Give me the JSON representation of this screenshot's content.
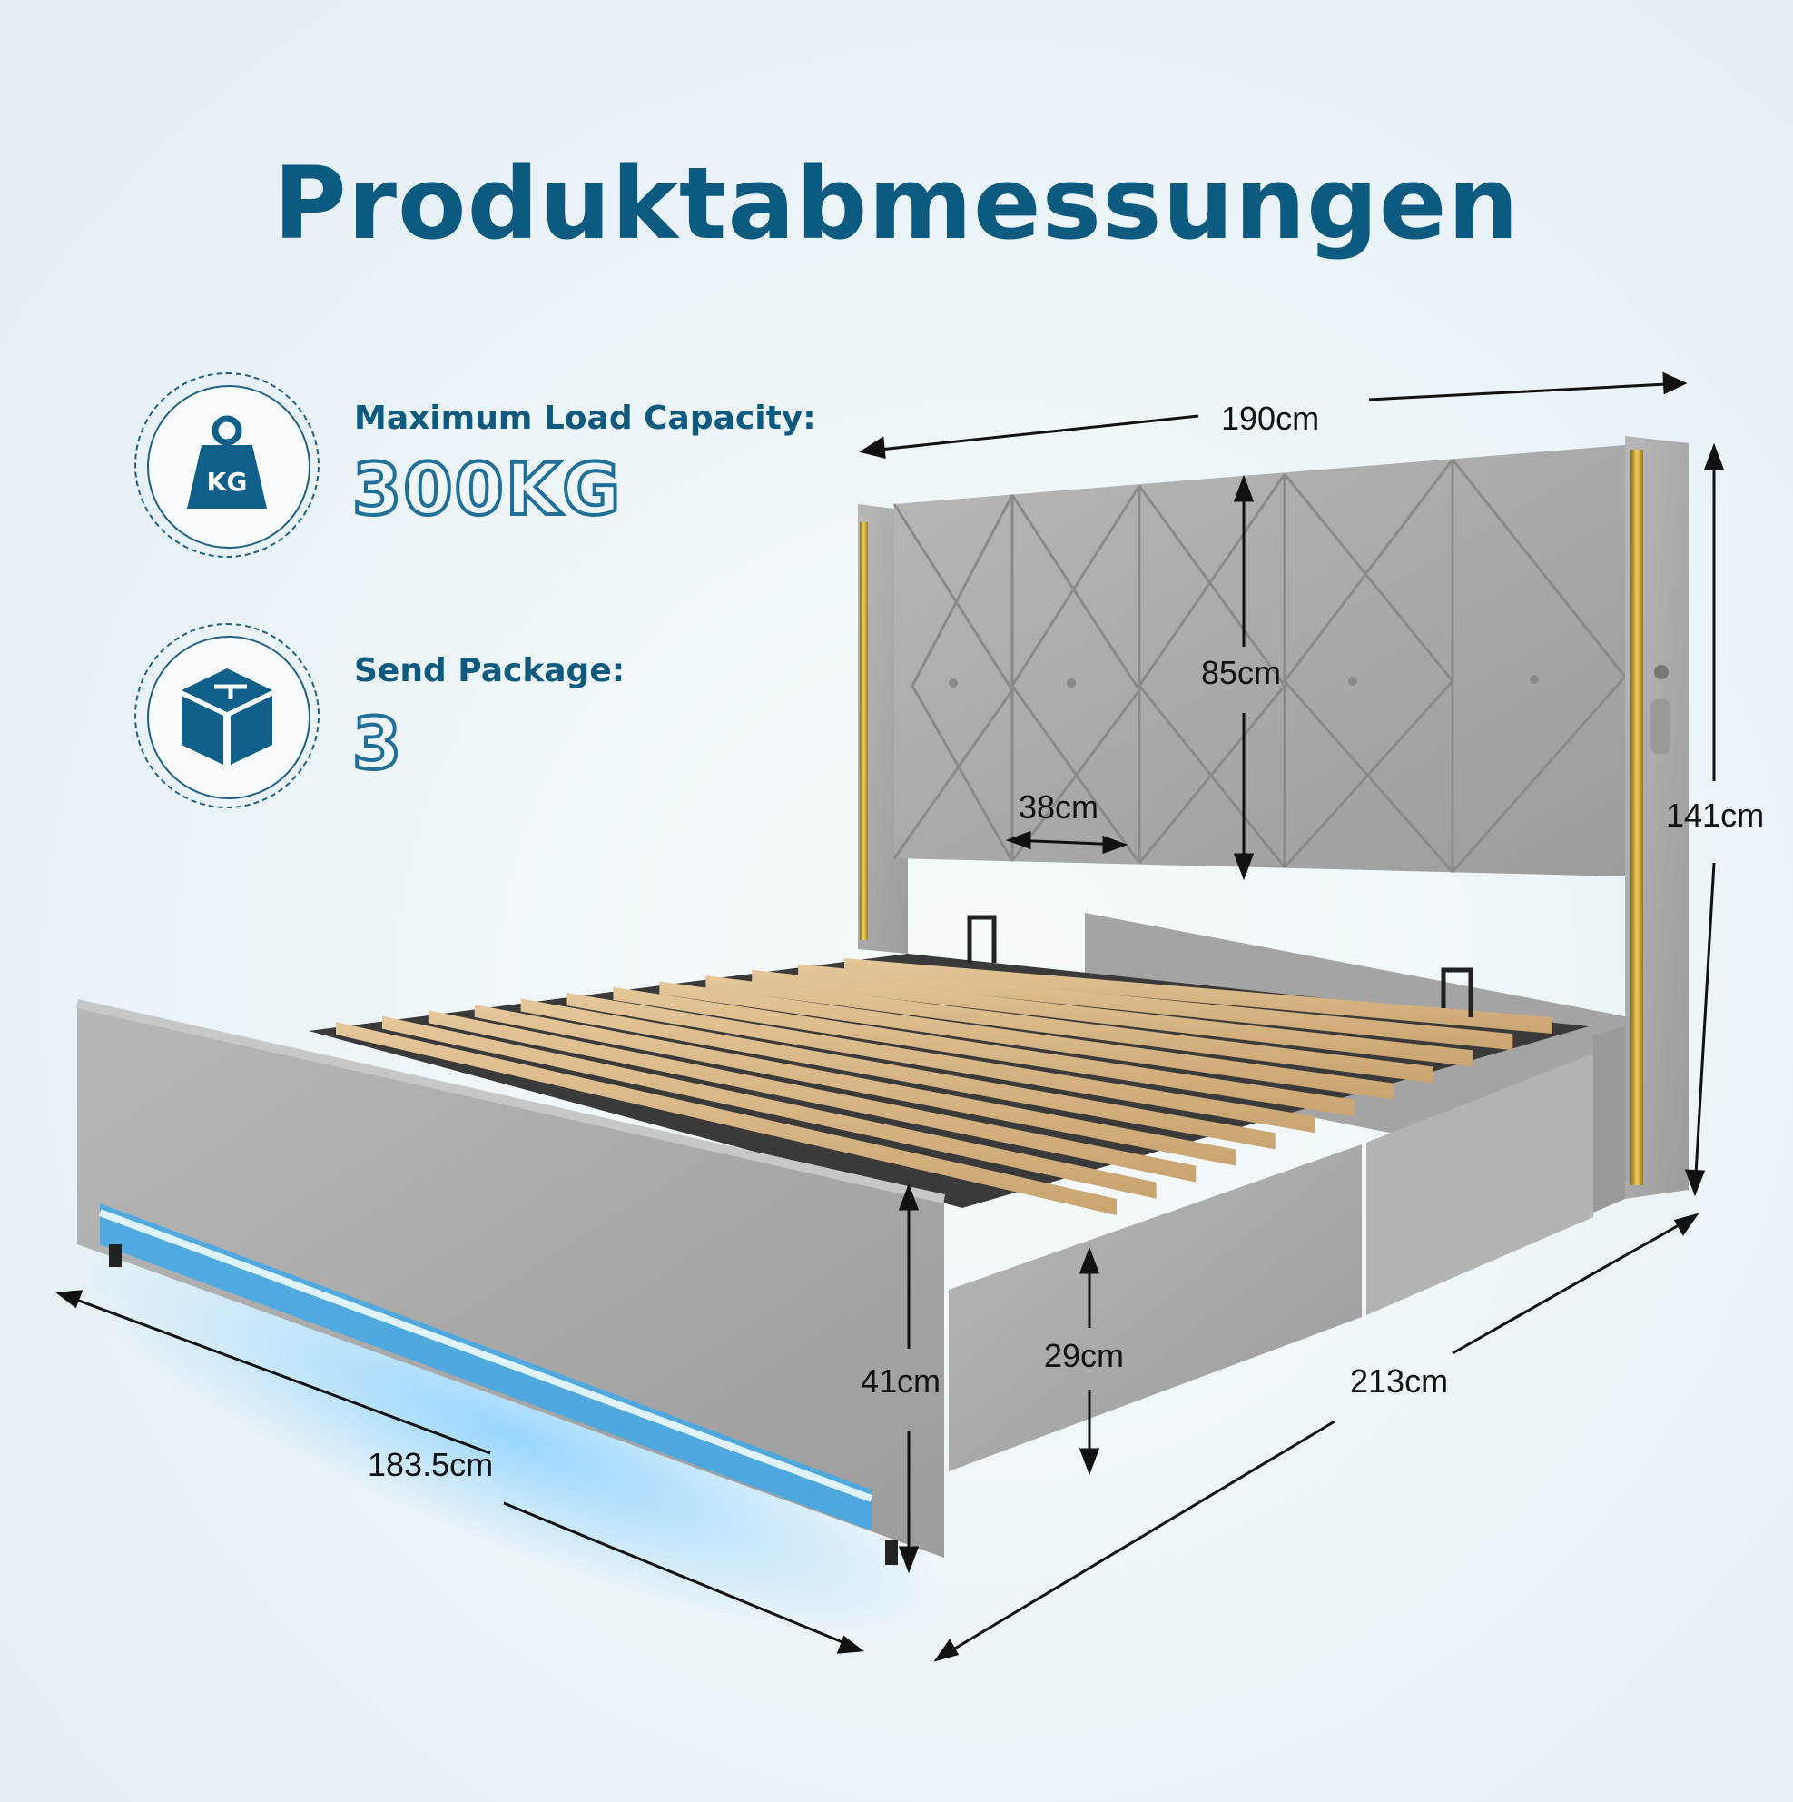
{
  "title": "Produktabmessungen",
  "specs": {
    "load": {
      "label": "Maximum Load Capacity:",
      "value": "300KG",
      "icon": "weight-icon",
      "icon_text": "KG"
    },
    "package": {
      "label": "Send Package:",
      "value": "3",
      "icon": "box-icon"
    }
  },
  "dimensions": {
    "length": "190cm",
    "height_total": "141cm",
    "headboard_height": "85cm",
    "panel_width": "38cm",
    "depth": "213cm",
    "width": "183.5cm",
    "footboard_height": "41cm",
    "rail_height": "29cm"
  },
  "colors": {
    "title": "#0d5a80",
    "accent": "#1f6f9a",
    "fabric": "#a9a9a9",
    "gold": "#c9a227",
    "led": "#3fa9e8"
  }
}
